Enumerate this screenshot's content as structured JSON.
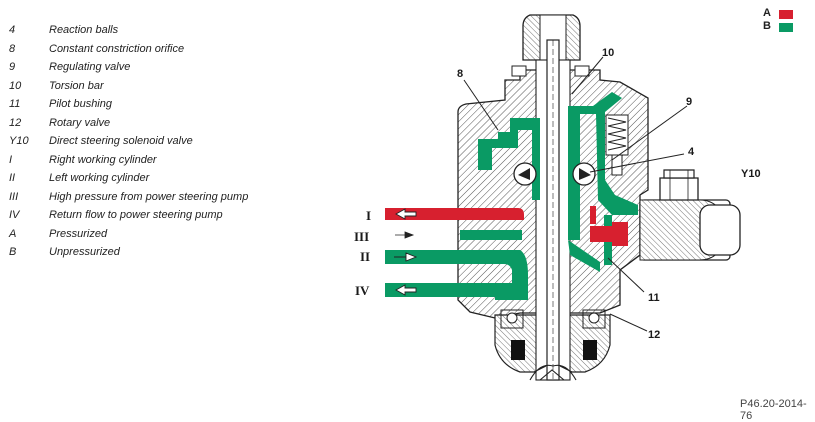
{
  "legend": [
    {
      "code": "4",
      "desc": "Reaction balls"
    },
    {
      "code": "8",
      "desc": "Constant constriction orifice"
    },
    {
      "code": "9",
      "desc": "Regulating valve"
    },
    {
      "code": "10",
      "desc": "Torsion bar"
    },
    {
      "code": "11",
      "desc": "Pilot bushing"
    },
    {
      "code": "12",
      "desc": "Rotary valve"
    },
    {
      "code": "Y10",
      "desc": "Direct steering solenoid valve"
    },
    {
      "code": "I",
      "desc": "Right working cylinder"
    },
    {
      "code": "II",
      "desc": "Left working cylinder"
    },
    {
      "code": "III",
      "desc": "High pressure from power steering pump"
    },
    {
      "code": "IV",
      "desc": "Return flow to power steering pump"
    },
    {
      "code": "A",
      "desc": "Pressurized"
    },
    {
      "code": "B",
      "desc": "Unpressurized"
    }
  ],
  "key": {
    "a_label": "A",
    "b_label": "B",
    "a_color": "#d7202f",
    "b_color": "#0a9a64"
  },
  "callouts": {
    "n8": "8",
    "n10": "10",
    "n9": "9",
    "n4": "4",
    "y10": "Y10",
    "n11": "11",
    "n12": "12"
  },
  "ports": {
    "p1": "I",
    "p3": "III",
    "p2": "II",
    "p4": "IV"
  },
  "reference": "P46.20-2014-76"
}
